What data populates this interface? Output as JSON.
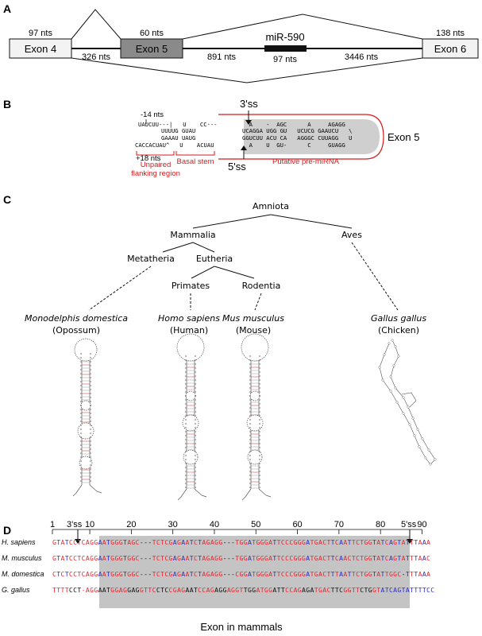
{
  "panels": {
    "a": "A",
    "b": "B",
    "c": "C",
    "d": "D"
  },
  "panel_a": {
    "exon4": {
      "label": "Exon 4",
      "len": "97 nts"
    },
    "exon5": {
      "label": "Exon 5",
      "len": "60 nts"
    },
    "exon6": {
      "label": "Exon 6",
      "len": "138 nts"
    },
    "mirna": {
      "label": "miR-590",
      "len": "97 nts"
    },
    "introns": [
      "326 nts",
      "891 nts",
      "3446 nts"
    ]
  },
  "panel_b": {
    "top_marker": "-14 nts",
    "bottom_marker": "+18 nts",
    "ss3": "3'ss",
    "ss5": "5'ss",
    "exon_label": "Exon 5",
    "regions": {
      "unpaired": [
        "Unpaired",
        "flanking region"
      ],
      "basal": "Basal stem",
      "premirna": "Putative pre-miRNA"
    },
    "lines": [
      {
        "text": "UAUCUU---|   U    CC---",
        "left": true
      },
      {
        "text": "UUUUG GUAU",
        "left": true
      },
      {
        "text": "GAAAU UAUG",
        "left": true
      },
      {
        "text": "CACCACUAU^   U    ACUAU",
        "left": true
      }
    ],
    "gray_lines": [
      "  A    -  AGC      A     AGAGG",
      "UCAGGA UGG GU   UCUCG GAAUCU   \\",
      "GGUCUU ACU CA   AGGGC CUUAGG   U",
      "  A    U  GU-      C     GUAGG"
    ]
  },
  "panel_c": {
    "amniota": "Amniota",
    "mammalia": "Mammalia",
    "aves": "Aves",
    "metatheria": "Metatheria",
    "eutheria": "Eutheria",
    "primates": "Primates",
    "rodentia": "Rodentia",
    "species": [
      {
        "latin": "Monodelphis domestica",
        "common": "(Opossum)"
      },
      {
        "latin": "Homo sapiens",
        "common": "(Human)"
      },
      {
        "latin": "Mus musculus",
        "common": "(Mouse)"
      },
      {
        "latin": "Gallus gallus",
        "common": "(Chicken)"
      }
    ]
  },
  "panel_d": {
    "ss3": "3'ss",
    "ss5": "5'ss",
    "ticks": [
      "1",
      "10",
      "20",
      "30",
      "40",
      "50",
      "60",
      "70",
      "80",
      "90"
    ],
    "xlabel": "Exon in mammals",
    "colors": {
      "red": "#e8262e",
      "blue": "#2a2ad8",
      "black": "#111111"
    },
    "rows": [
      {
        "species": "H. sapiens",
        "seq": "GTATCCTCAGGAATGGGTAGC---TCTCGAGAATCTAGAGG---TGGATGGGATTCCCGGGATGACTTCAATTCTGGTATCAGTATTTAAA"
      },
      {
        "species": "M. musculus",
        "seq": "GTATCCTCAGGAATGGGTGGC---TCTCGAGAATCTAGAGG---TGGATGGGATTCCCGGGATGACTTCAACTCTGGTATCAGTATTTAAC"
      },
      {
        "species": "M. domestica",
        "seq": "CTCTCCTCAGGAATGGGTGGC---TCTCGAGAATCTAGAGG---CGGATGGGATTCCCGGGATGACTTTAATTCTGGTATTGGC-TTTAAA"
      },
      {
        "species": "G. gallus",
        "seq": "TTTTCCT-AGGAATGGAGGAGGTTCCTCCGAGAATCCAGAGGAGGTTGGATGGATTCCAGAGATGACTTCGGTTCTGGTATCAGTATTTTCC"
      }
    ]
  }
}
